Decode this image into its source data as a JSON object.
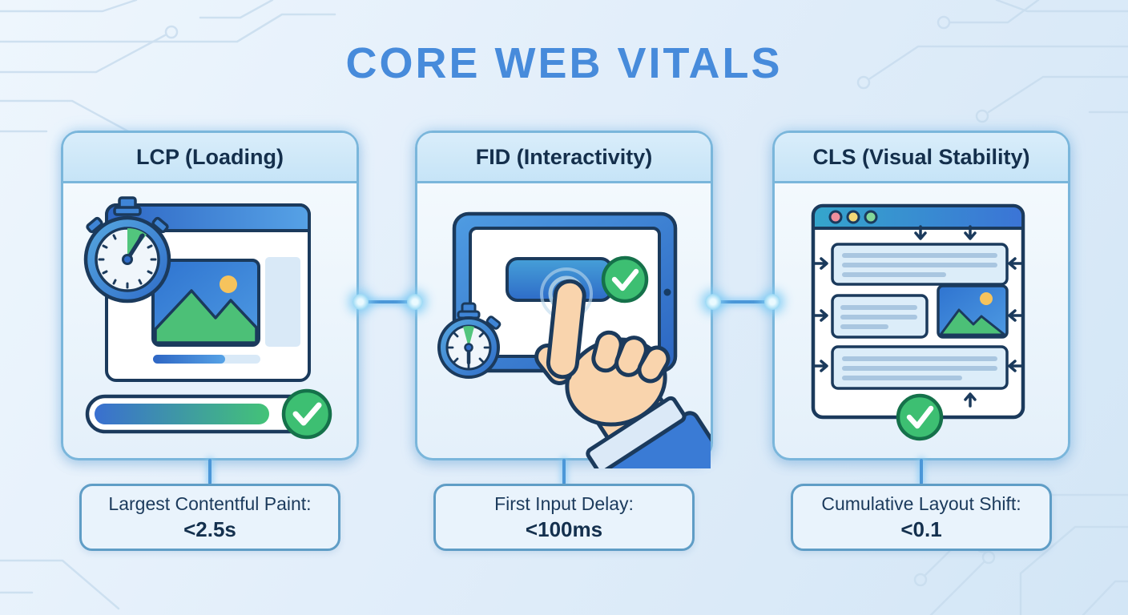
{
  "title": "CORE WEB VITALS",
  "theme": {
    "accent_blue": "#478bdb",
    "navy_outline": "#1b3a5c",
    "success_green": "#3dbf72",
    "panel_border": "#7ab6db",
    "header_bg": "#cde8f8",
    "label_border": "#5f9dc6",
    "background": "#e2eefa"
  },
  "panels": [
    {
      "id": "lcp",
      "header": "LCP (Loading)",
      "illustration": "stopwatch-browser-progress",
      "metric": {
        "name": "Largest Contentful Paint:",
        "threshold": "<2.5s"
      }
    },
    {
      "id": "fid",
      "header": "FID (Interactivity)",
      "illustration": "tablet-tap-stopwatch",
      "metric": {
        "name": "First Input Delay:",
        "threshold": "<100ms"
      }
    },
    {
      "id": "cls",
      "header": "CLS (Visual Stability)",
      "illustration": "browser-stable-layout",
      "metric": {
        "name": "Cumulative Layout Shift:",
        "threshold": "<0.1"
      }
    }
  ]
}
